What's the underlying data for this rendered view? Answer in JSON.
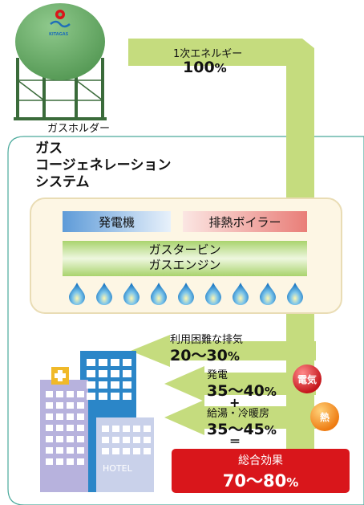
{
  "holder": {
    "logo_text": "KITAGAS",
    "label": "ガスホルダー"
  },
  "input": {
    "label": "1次エネルギー",
    "value": "100",
    "unit": "%"
  },
  "system_title": {
    "line1": "ガス",
    "line2": "コージェネレーション",
    "line3": "システム"
  },
  "modules": {
    "generator": "発電機",
    "boiler": "排熱ボイラー",
    "engine_line1": "ガスタービン",
    "engine_line2": "ガスエンジン"
  },
  "outputs": {
    "exhaust": {
      "label": "利用困難な排気",
      "value": "20～30",
      "unit": "%"
    },
    "power": {
      "label": "発電",
      "value": "35～40",
      "unit": "%",
      "badge": "電気"
    },
    "plus": "+",
    "heat": {
      "label": "給湯・冷暖房",
      "value": "35～45",
      "unit": "%",
      "badge": "熱"
    },
    "equals": "＝"
  },
  "total": {
    "label": "総合効果",
    "value": "70～80",
    "unit": "%"
  },
  "building": {
    "hotel_label": "HOTEL"
  },
  "colors": {
    "arrow": "#c5dc7e",
    "total_bg": "#d9161b",
    "holder": "#6fae6f",
    "panel_border": "#4aa99b"
  }
}
